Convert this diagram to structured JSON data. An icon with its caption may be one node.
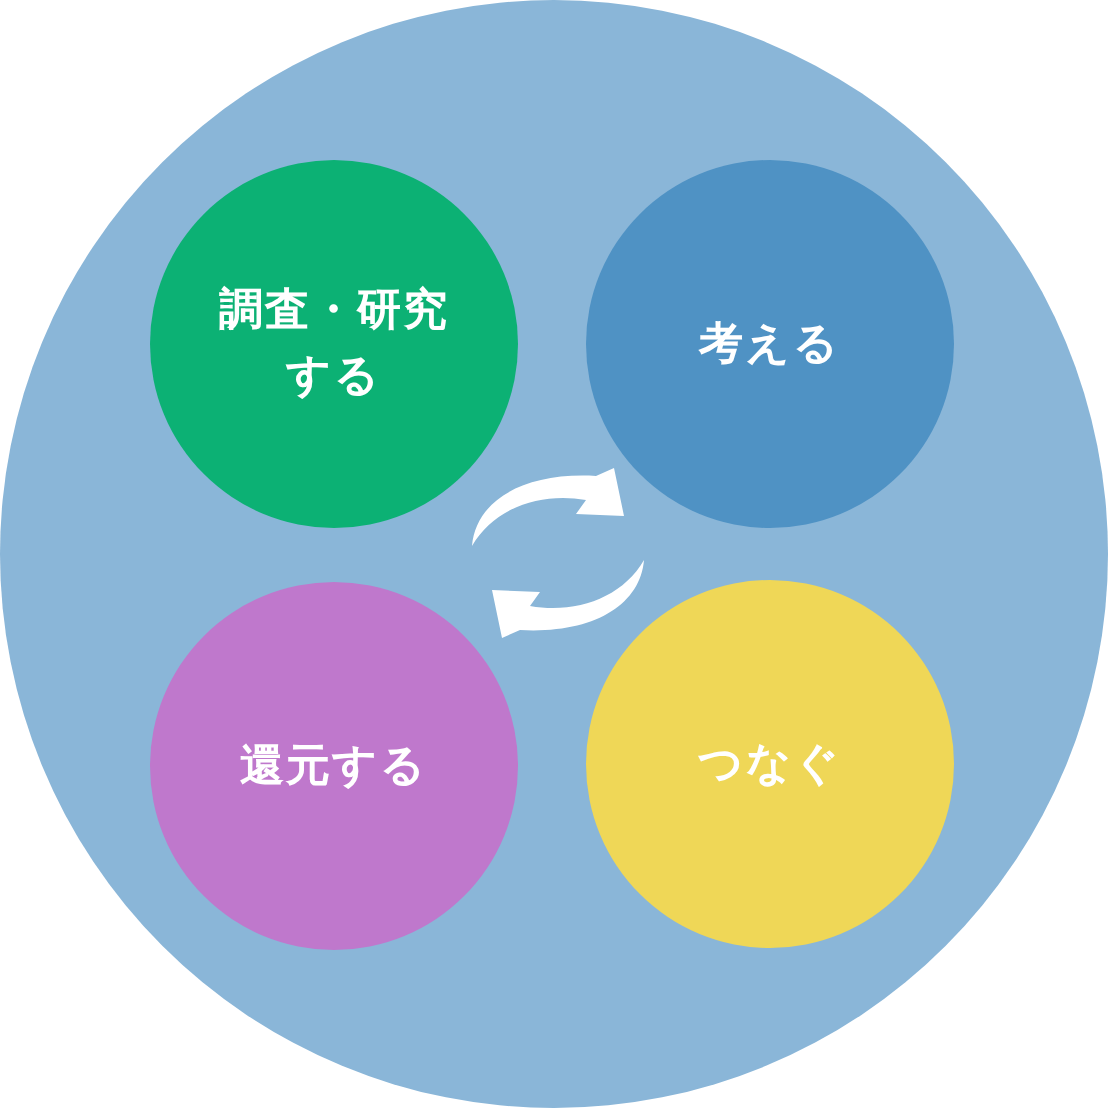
{
  "diagram": {
    "nodes": [
      {
        "text": [],
        "shape": "circle"
      },
      {
        "text": [
          "調査・研究する"
        ],
        "in": 0
      },
      {
        "text": [
          "考える"
        ],
        "in": 0
      },
      {
        "text": [
          "還元する"
        ],
        "in": 0
      },
      {
        "text": [
          "つなぐ"
        ],
        "in": 0
      }
    ]
  }
}
